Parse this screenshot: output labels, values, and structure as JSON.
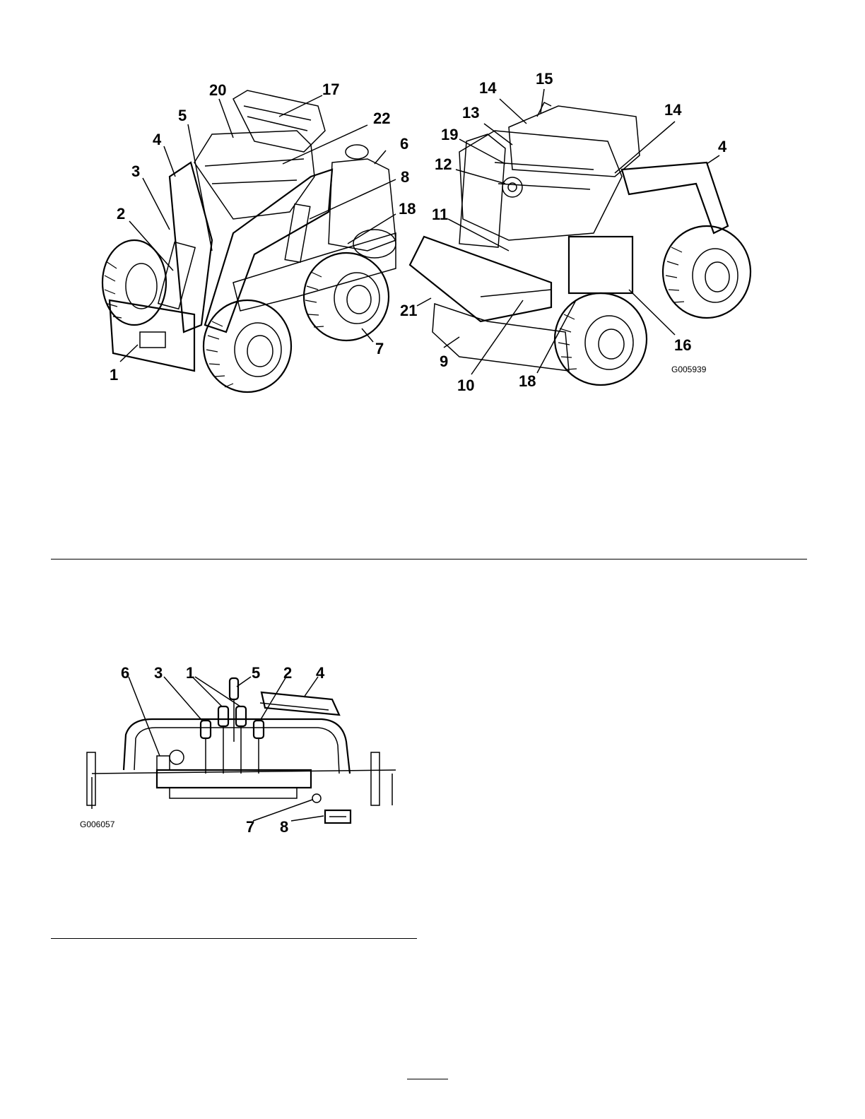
{
  "figure_top": {
    "figure_id": "G005939",
    "callouts": [
      "1",
      "2",
      "3",
      "4",
      "5",
      "20",
      "17",
      "22",
      "6",
      "8",
      "18",
      "7",
      "14",
      "15",
      "13",
      "14",
      "19",
      "12",
      "4",
      "11",
      "21",
      "9",
      "10",
      "18",
      "16"
    ]
  },
  "figure_bottom": {
    "figure_id": "G006057",
    "callouts": [
      "6",
      "3",
      "1",
      "5",
      "2",
      "4",
      "7",
      "8"
    ]
  }
}
